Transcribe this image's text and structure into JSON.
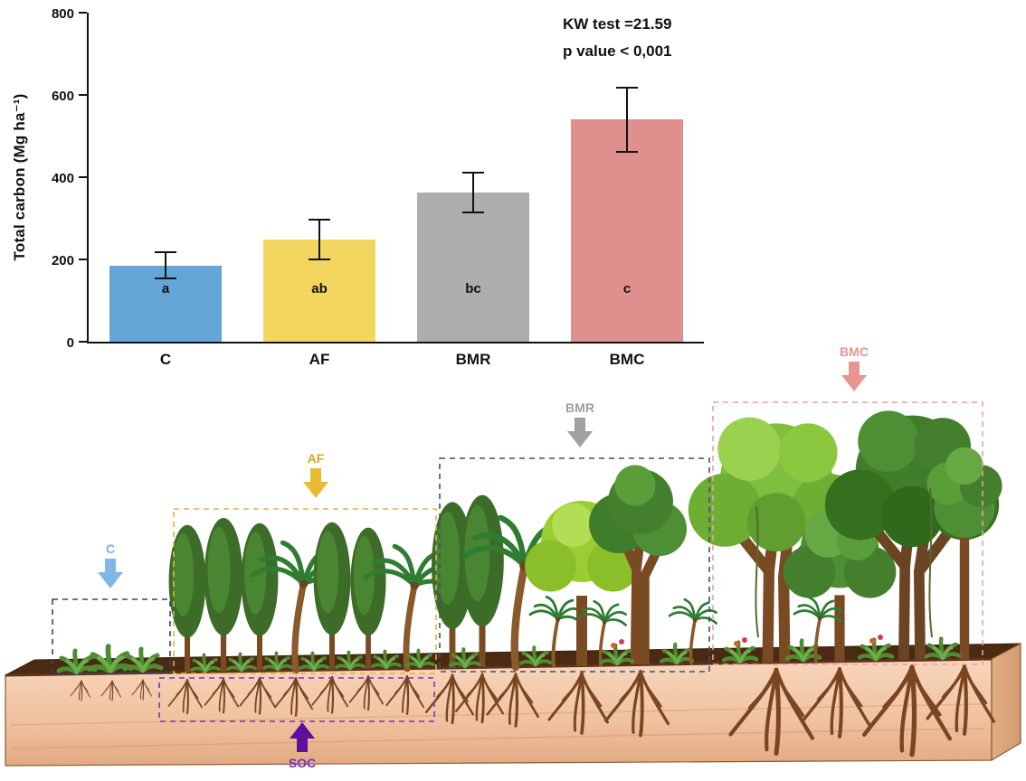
{
  "chart_data": {
    "type": "bar",
    "title": "",
    "categories": [
      "C",
      "AF",
      "BMR",
      "BMC"
    ],
    "values": [
      185,
      248,
      362,
      540
    ],
    "errors": [
      32,
      48,
      48,
      78
    ],
    "sig_letters": [
      "a",
      "ab",
      "bc",
      "c"
    ],
    "bar_colors": [
      "#63A6D7",
      "#F3D65F",
      "#ADADAD",
      "#DE8F8E"
    ],
    "xlabel": "",
    "ylabel": "Total carbon (Mg ha⁻¹)",
    "ylim": [
      0,
      800
    ],
    "yticks": [
      0,
      200,
      400,
      600,
      800
    ],
    "annotations": [
      "KW test =21.59",
      "p value < 0,001"
    ],
    "grid": false,
    "legend": false
  },
  "illustration": {
    "labels": {
      "c": "C",
      "af": "AF",
      "bmr": "BMR",
      "bmc": "BMC",
      "soc": "SOC"
    },
    "label_colors": {
      "c": "#6FB3E8",
      "af": "#D9A520",
      "bmr": "#9E9E9E",
      "bmc": "#E8968F",
      "soc": "#7D2FBF"
    },
    "arrow_colors": {
      "c": "#7FB8E8",
      "af": "#E8BB33",
      "bmr": "#A0A0A0",
      "bmc": "#E8968F",
      "soc": "#5D0F9E"
    },
    "box_colors": {
      "c": "#34427C",
      "af": "#E3B23A",
      "bmr": "#3D4F73",
      "bmc": "#EBA19C",
      "soc": "#7D2FBF"
    },
    "soil_colors": {
      "front": "#F0C3A0",
      "top": "#4A2A13",
      "roots": "#7A4520"
    }
  }
}
